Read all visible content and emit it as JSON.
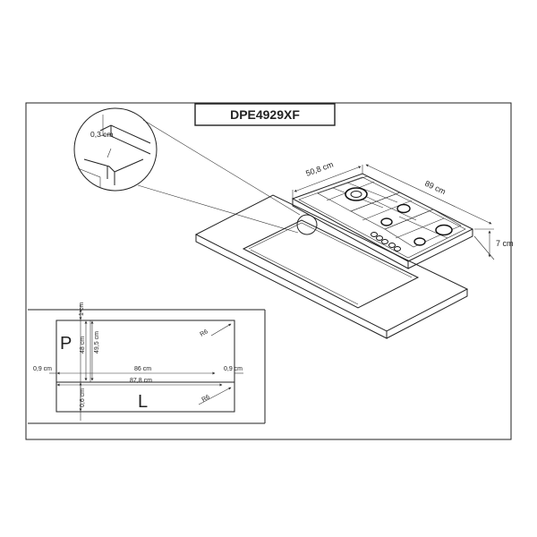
{
  "model": "DPE4929XF",
  "detail": {
    "thickness": "0,3 cm"
  },
  "hob": {
    "depth": "50,8 cm",
    "width": "89 cm",
    "height": "7 cm"
  },
  "cutout": {
    "label_p": "P",
    "label_l": "L",
    "top_margin": "1 cm",
    "depth_outer": "49,5 cm",
    "depth_inner": "48 cm",
    "left_gap": "0,9 cm",
    "right_gap": "0,9 cm",
    "inner_width": "86 cm",
    "outer_width": "87,8 cm",
    "bottom_margin": "0,6 cm",
    "radius_top": "R6",
    "radius_bottom": "R6"
  },
  "colors": {
    "stroke": "#222222",
    "background": "#ffffff"
  }
}
